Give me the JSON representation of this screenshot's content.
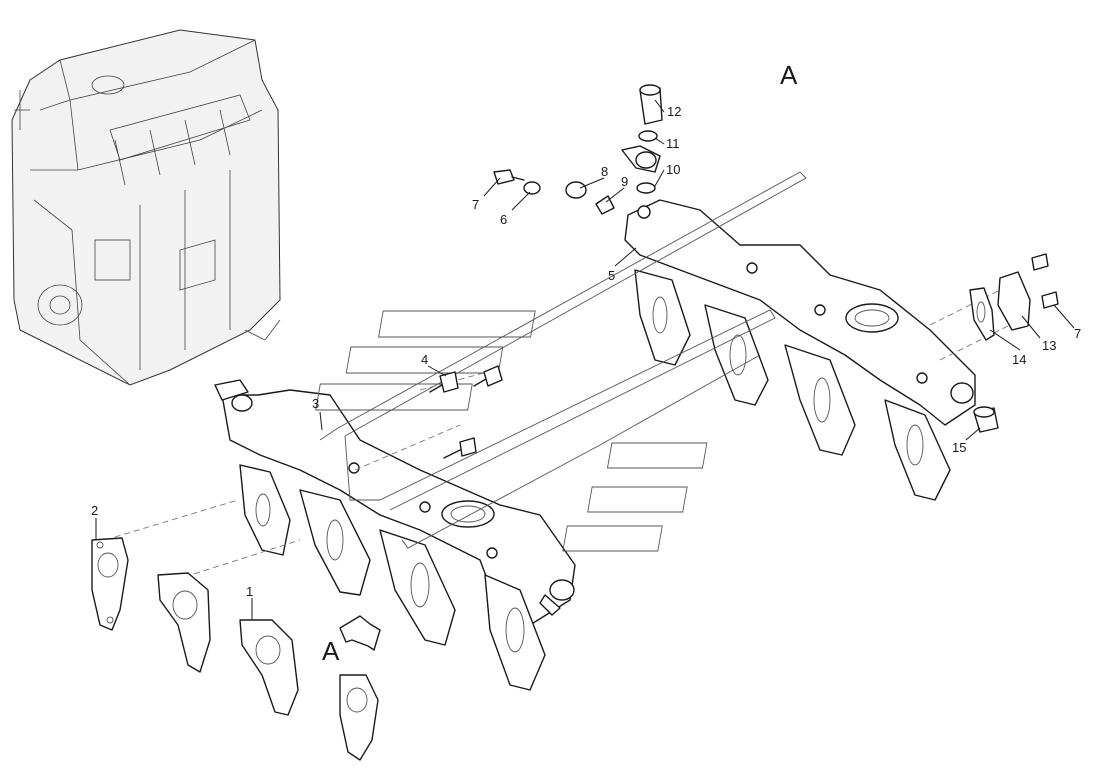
{
  "view_label": "A",
  "arrow_label": "A",
  "callouts": {
    "c1": "1",
    "c2": "2",
    "c3": "3",
    "c4": "4",
    "c5": "5",
    "c6": "6",
    "c7a": "7",
    "c7b": "7",
    "c8": "8",
    "c9": "9",
    "c10": "10",
    "c11": "11",
    "c12": "12",
    "c13": "13",
    "c14": "14",
    "c15": "15"
  },
  "colors": {
    "line": "#1a1a1a",
    "background": "#ffffff"
  }
}
